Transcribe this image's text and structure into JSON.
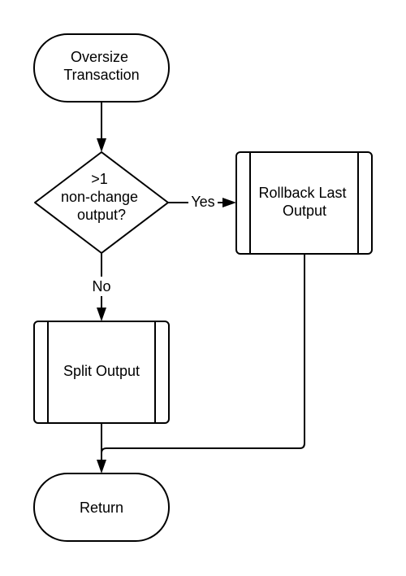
{
  "nodes": {
    "start": {
      "lines": [
        "Oversize",
        "Transaction"
      ]
    },
    "decision": {
      "lines": [
        ">1",
        "non-change",
        "output?"
      ]
    },
    "rollback": {
      "lines": [
        "Rollback Last",
        "Output"
      ]
    },
    "split": {
      "lines": [
        "Split Output"
      ]
    },
    "end": {
      "lines": [
        "Return"
      ]
    }
  },
  "edges": {
    "yes_label": "Yes",
    "no_label": "No"
  }
}
